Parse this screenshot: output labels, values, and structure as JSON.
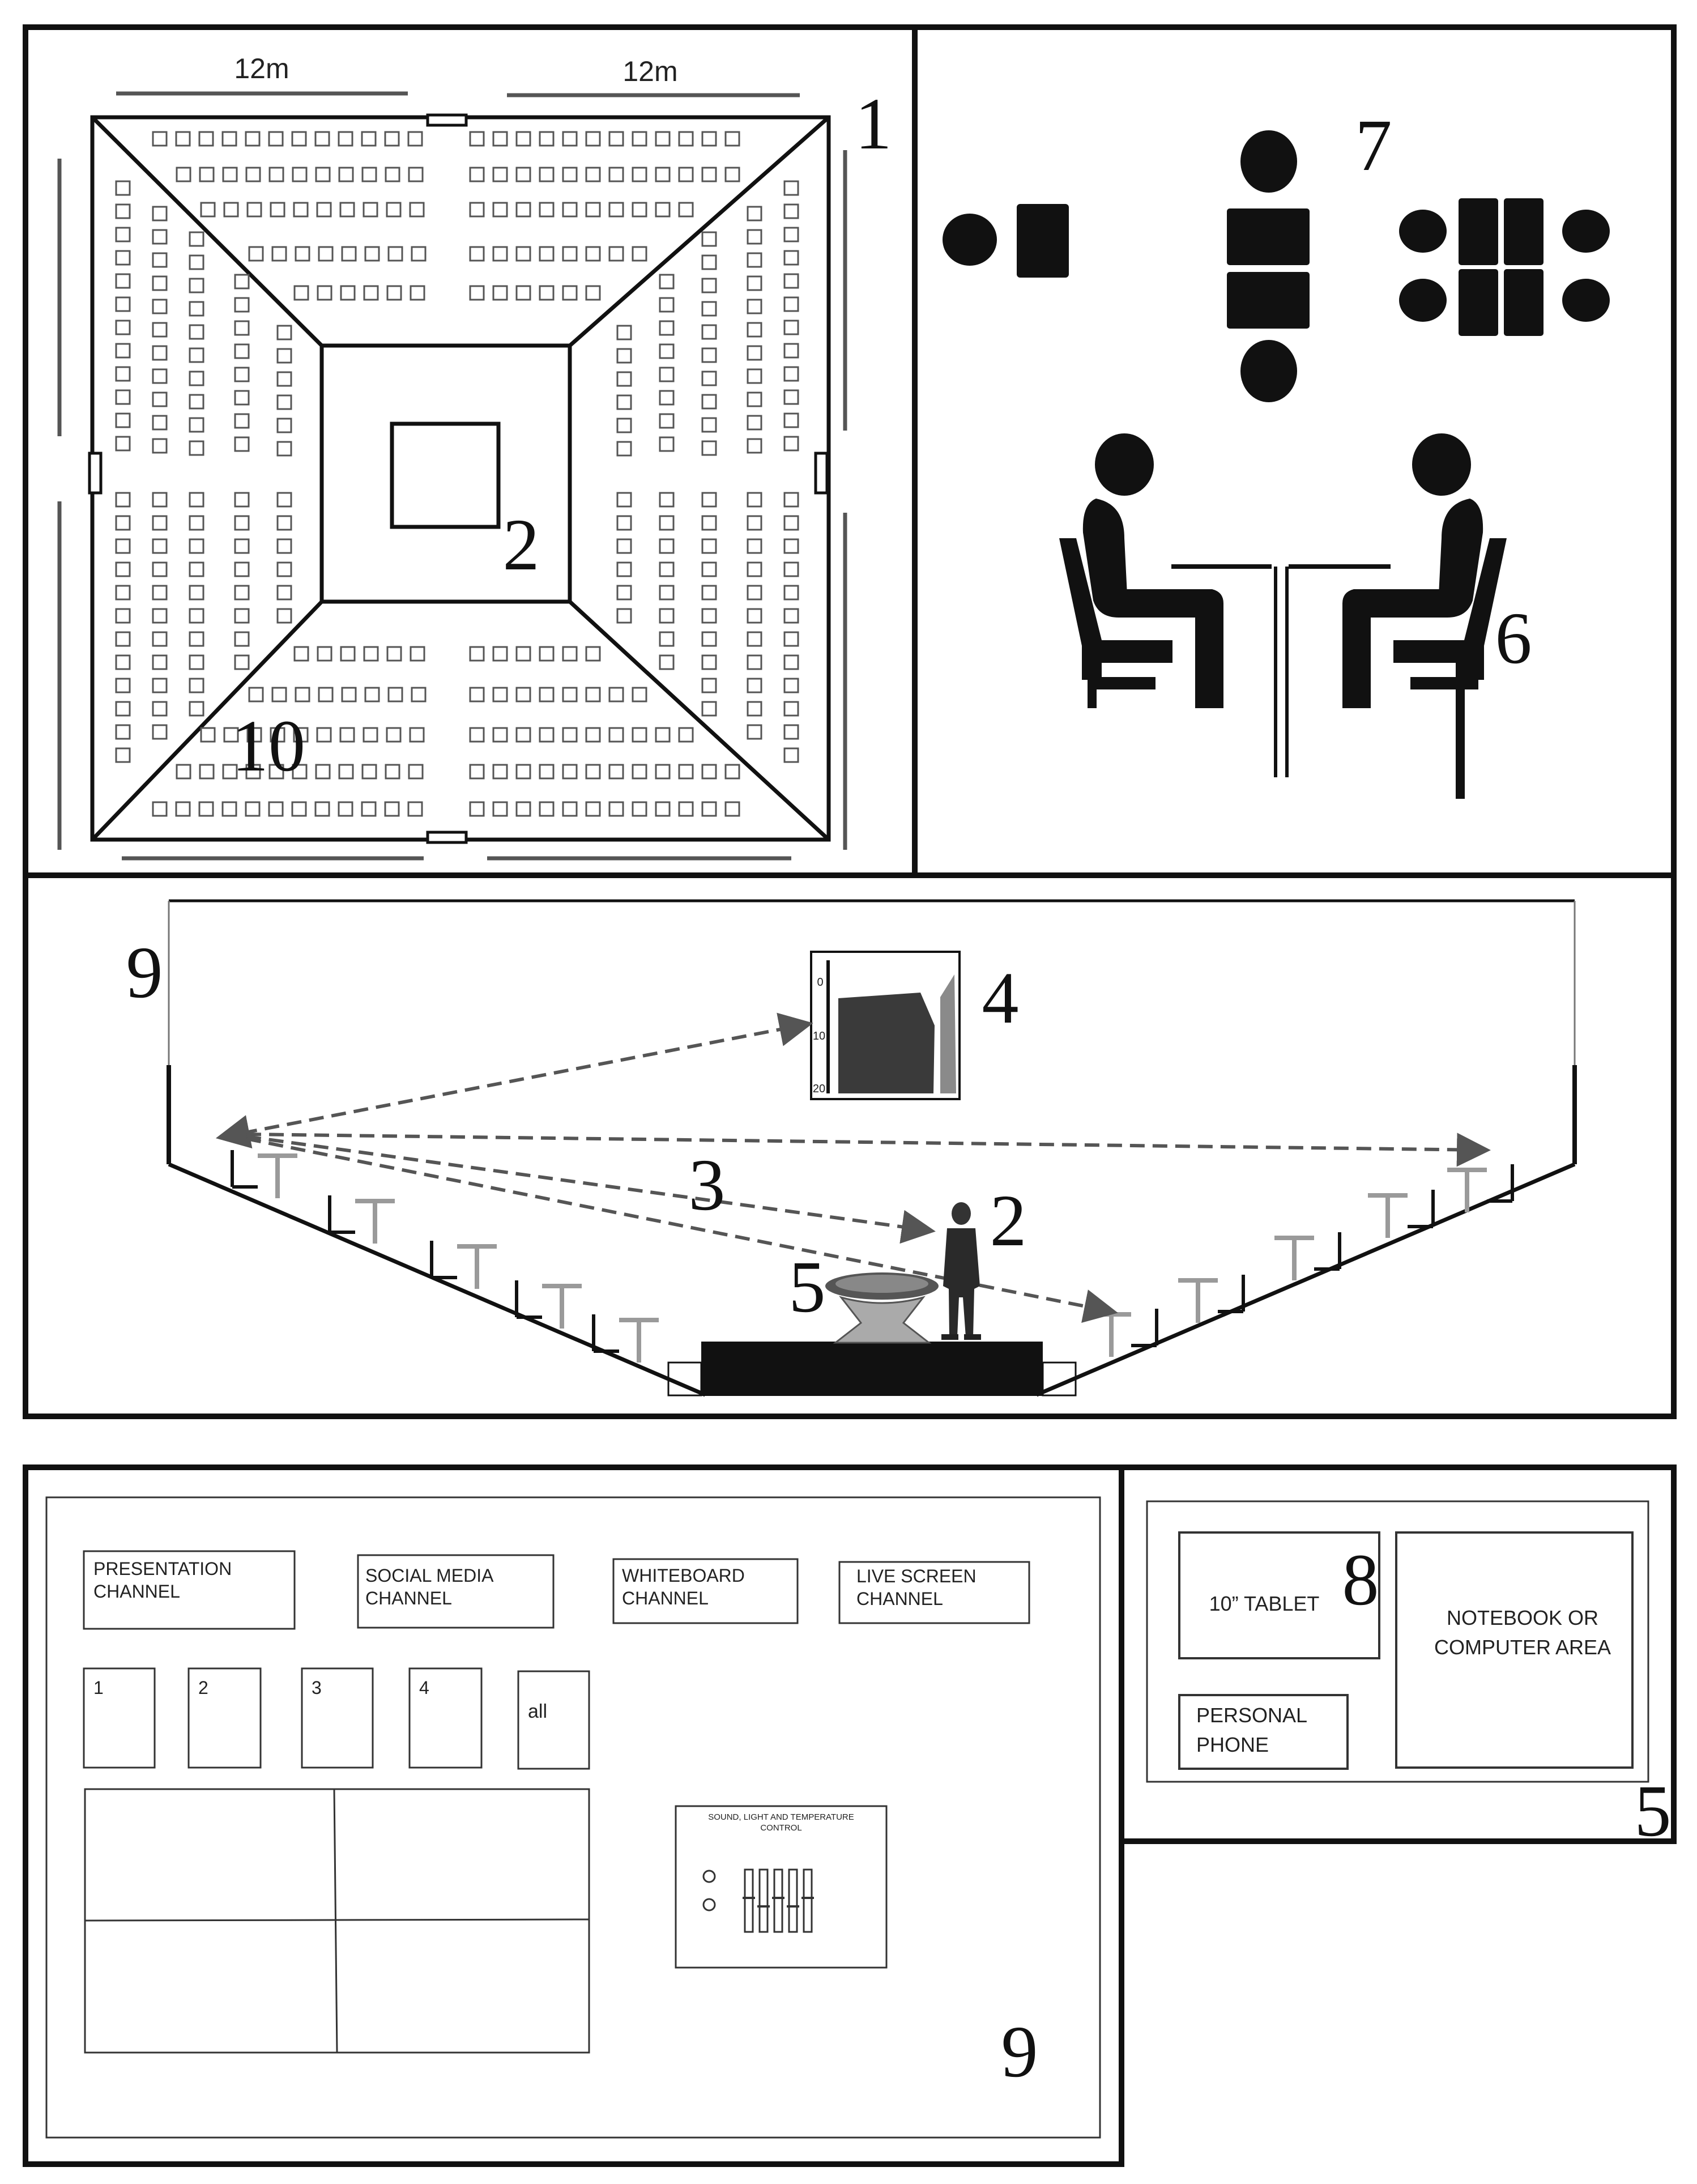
{
  "colors": {
    "ink": "#111111",
    "grey_line": "#555555",
    "light_grey": "#9a9a9a",
    "bg": "#ffffff"
  },
  "numbers": {
    "n1": "1",
    "n2_top": "2",
    "n10": "10",
    "n7": "7",
    "n6": "6",
    "n9_section": "9",
    "n4": "4",
    "n3": "3",
    "n2_section": "2",
    "n5_section": "5",
    "n9_panel": "9",
    "n8": "8",
    "n5_device": "5"
  },
  "floorplan": {
    "dim_left": "12m",
    "dim_right": "12m"
  },
  "section": {
    "screen_ticks": [
      "0",
      "10",
      "20"
    ]
  },
  "control_panel": {
    "channels": [
      "PRESENTATION CHANNEL",
      "SOCIAL MEDIA CHANNEL",
      "WHITEBOARD CHANNEL",
      "LIVE SCREEN CHANNEL"
    ],
    "channel_lines": [
      [
        "PRESENTATION",
        "CHANNEL"
      ],
      [
        "SOCIAL MEDIA",
        "CHANNEL"
      ],
      [
        "WHITEBOARD",
        "CHANNEL"
      ],
      [
        "LIVE SCREEN",
        "CHANNEL"
      ]
    ],
    "selectors": [
      "1",
      "2",
      "3",
      "4",
      "all"
    ],
    "sound_title_lines": [
      "SOUND, LIGHT AND TEMPERATURE",
      "CONTROL"
    ]
  },
  "device": {
    "tablet": "10” TABLET",
    "phone_lines": [
      "PERSONAL",
      "PHONE"
    ],
    "notebook_lines": [
      "NOTEBOOK OR",
      "COMPUTER AREA"
    ]
  }
}
